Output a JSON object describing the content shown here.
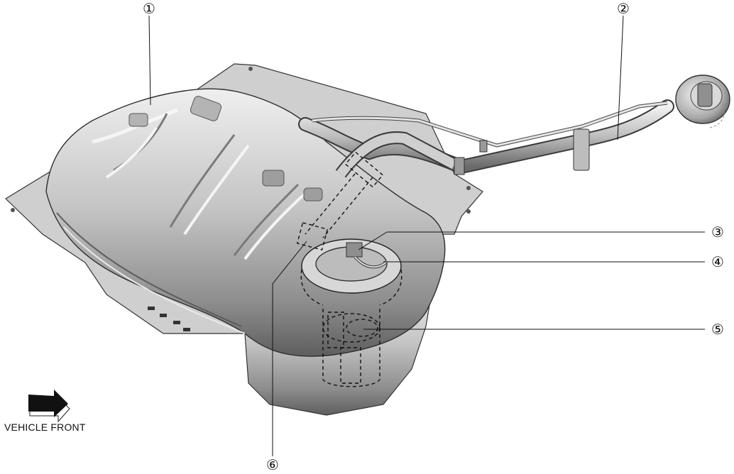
{
  "diagram": {
    "callouts": [
      {
        "id": "1",
        "label": "①"
      },
      {
        "id": "2",
        "label": "②"
      },
      {
        "id": "3",
        "label": "③"
      },
      {
        "id": "4",
        "label": "④"
      },
      {
        "id": "5",
        "label": "⑤"
      },
      {
        "id": "6",
        "label": "⑥"
      }
    ],
    "direction_label": "VEHICLE FRONT",
    "colors": {
      "tank_light": "#e6e6e6",
      "tank_mid": "#b8b8b8",
      "tank_dark": "#6f6f6f",
      "plate": "#c9c9c9",
      "line": "#222222"
    },
    "icons": [
      "vehicle-front-arrow-icon"
    ]
  }
}
